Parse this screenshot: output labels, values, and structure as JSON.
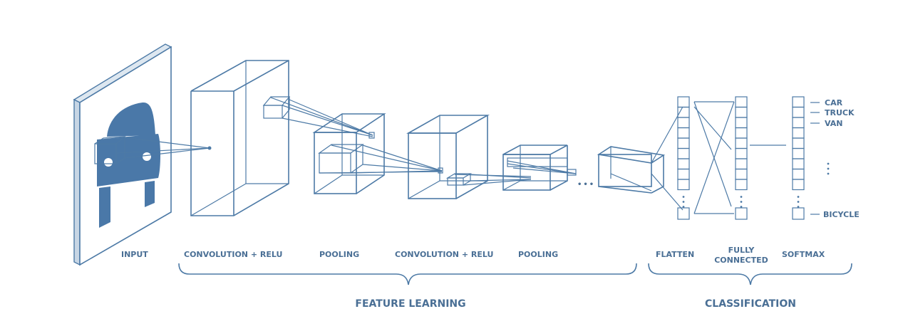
{
  "colors": {
    "line": "#4d7aa6",
    "text": "#4a6f95",
    "car_fill": "#4a78a8",
    "background": "#ffffff"
  },
  "stages": {
    "input": "INPUT",
    "conv1": "CONVOLUTION + RELU",
    "pool1": "POOLING",
    "conv2": "CONVOLUTION + RELU",
    "pool2": "POOLING",
    "flatten": "FLATTEN",
    "fully_connected": [
      "FULLY",
      "CONNECTED"
    ],
    "softmax": "SOFTMAX"
  },
  "groups": {
    "feature_learning": "FEATURE LEARNING",
    "classification": "CLASSIFICATION"
  },
  "outputs": {
    "top": [
      "CAR",
      "TRUCK",
      "VAN"
    ],
    "bottom": "BICYCLE"
  },
  "ellipsis": "•••"
}
